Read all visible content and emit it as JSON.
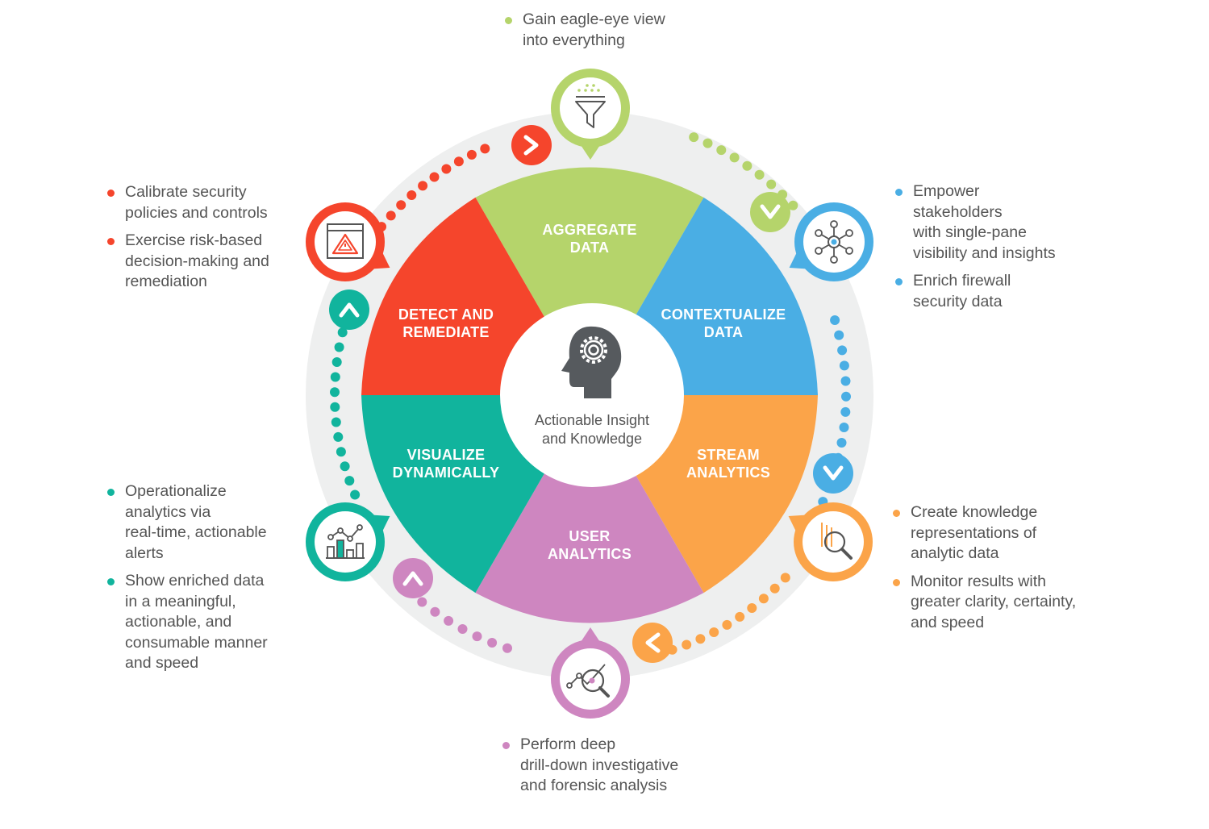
{
  "center": {
    "line1": "Actionable Insight",
    "line2": "and Knowledge",
    "icon": "head-gear-icon"
  },
  "segments": [
    {
      "id": "aggregate",
      "line1": "AGGREGATE",
      "line2": "DATA",
      "color": "#B5D46B",
      "icon": "funnel-icon"
    },
    {
      "id": "contextualize",
      "line1": "CONTEXTUALIZE",
      "line2": "DATA",
      "color": "#4AAEE4",
      "icon": "network-hub-icon"
    },
    {
      "id": "stream",
      "line1": "STREAM",
      "line2": "ANALYTICS",
      "color": "#FBA449",
      "icon": "magnifier-data-icon"
    },
    {
      "id": "user",
      "line1": "USER",
      "line2": "ANALYTICS",
      "color": "#CE86C0",
      "icon": "drill-down-analysis-icon"
    },
    {
      "id": "visualize",
      "line1": "VISUALIZE",
      "line2": "DYNAMICALLY",
      "color": "#11B49D",
      "icon": "bar-chart-icon"
    },
    {
      "id": "detect",
      "line1": "DETECT AND",
      "line2": "REMEDIATE",
      "color": "#F5452C",
      "icon": "warning-window-icon"
    }
  ],
  "notes": {
    "aggregate": [
      "Gain eagle-eye view\ninto everything"
    ],
    "contextualize": [
      "Empower\nstakeholders\nwith single-pane\nvisibility and insights",
      "Enrich firewall\nsecurity data"
    ],
    "stream": [
      "Create knowledge\nrepresentations of\nanalytic data",
      "Monitor results with\ngreater clarity, certainty,\nand speed"
    ],
    "user": [
      "Perform deep\ndrill-down investigative\nand forensic analysis"
    ],
    "visualize": [
      "Operationalize\nanalytics via\nreal-time, actionable\nalerts",
      "Show enriched data\nin a meaningful,\nactionable, and\nconsumable manner\nand speed"
    ],
    "detect": [
      "Calibrate security\npolicies and controls",
      "Exercise risk-based\ndecision-making and\nremediation"
    ]
  }
}
